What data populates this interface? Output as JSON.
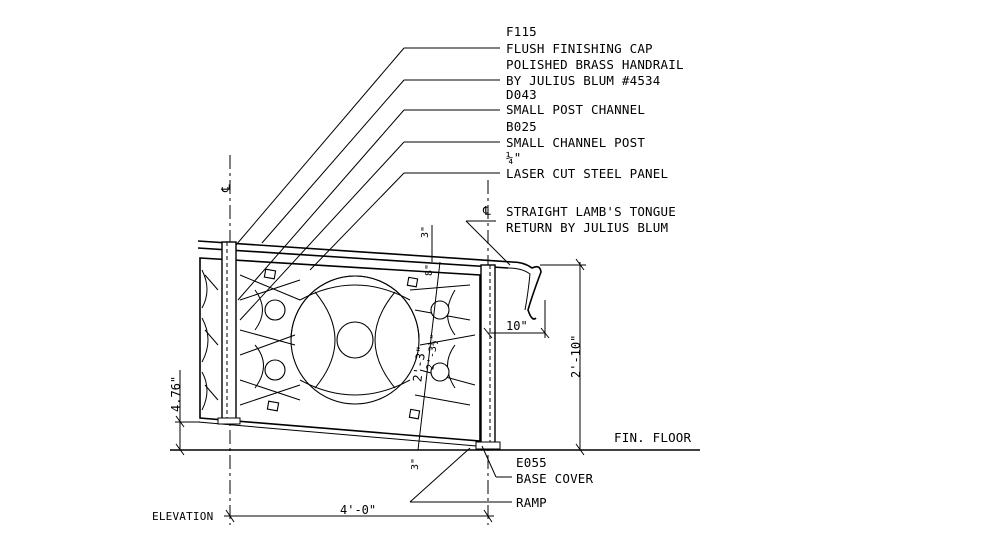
{
  "callouts": {
    "f115": "F115",
    "flush_cap": "FLUSH FINISHING CAP",
    "handrail": "POLISHED BRASS HANDRAIL",
    "handrail_by": "BY JULIUS BLUM #4534",
    "d043": "D043",
    "small_post_channel": "SMALL POST CHANNEL",
    "b025": "B025",
    "small_channel_post": "SMALL CHANNEL POST",
    "quarter": "¼\"",
    "laser_panel": "LASER CUT STEEL PANEL",
    "lambs_tongue_1": "STRAIGHT LAMB'S TONGUE",
    "lambs_tongue_2": "RETURN BY JULIUS BLUM",
    "e055": "E055",
    "base_cover": "BASE COVER",
    "ramp": "RAMP",
    "fin_floor": "FIN. FLOOR",
    "elevation": "ELEVATION"
  },
  "dimensions": {
    "width": "4'-0\"",
    "height": "2'-10\"",
    "return_len": "10\"",
    "panel_height": "2'-3\"",
    "panel_height_alt": "2'-3½\"",
    "top_gap": "3\"",
    "top_gap2": "8\"",
    "bottom_gap": "3\"",
    "left_rise": "4.76\""
  }
}
